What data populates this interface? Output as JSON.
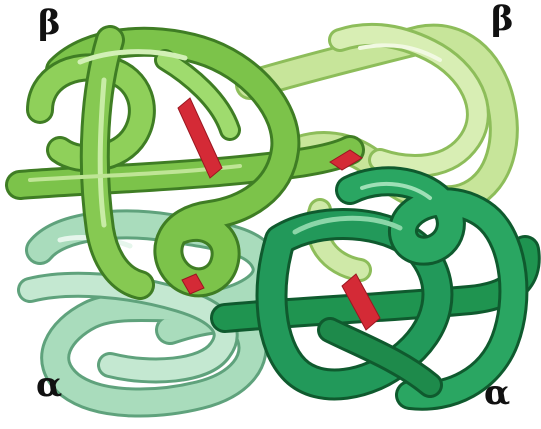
{
  "labels": {
    "top_left": "β",
    "top_right": "β",
    "bottom_left": "α",
    "bottom_right": "α"
  },
  "colors": {
    "beta_left": "#7cc34a",
    "beta_right": "#c7e59a",
    "alpha_left": "#a9dcbc",
    "alpha_right": "#1f9450",
    "heme": "#d42a36",
    "background": "#ffffff"
  }
}
